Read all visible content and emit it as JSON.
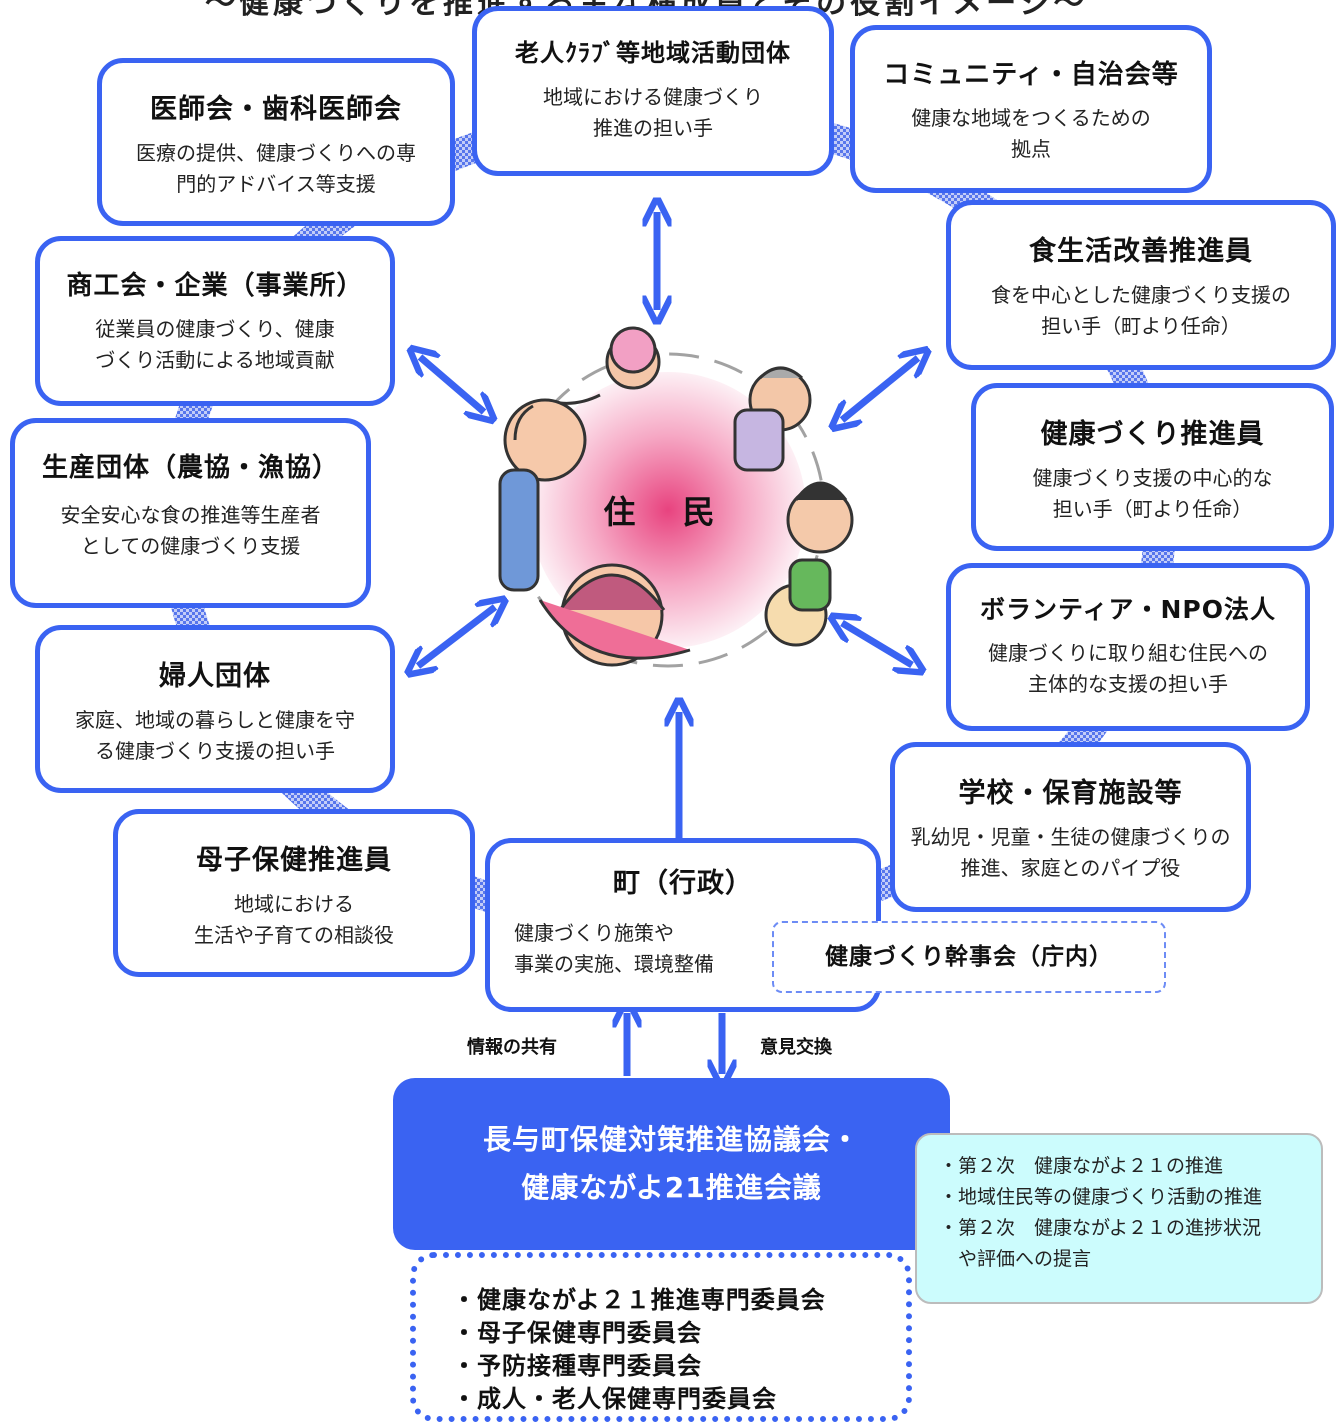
{
  "header": {
    "title": "〜健康づくりを推進する主な構成員とその役割イメージ〜"
  },
  "center": {
    "label": "住 民"
  },
  "orgs": {
    "ishikai": {
      "title": "医師会・歯科医師会",
      "desc": [
        "医療の提供、健康づくりへの専",
        "門的アドバイス等支援"
      ]
    },
    "roujin": {
      "title": "老人ｸﾗﾌﾞ等地域活動団体",
      "desc": [
        "地域における健康づくり",
        "推進の担い手"
      ]
    },
    "community": {
      "title": "コミュニティ・自治会等",
      "desc": [
        "健康な地域をつくるための",
        "拠点"
      ]
    },
    "shokokai": {
      "title": "商工会・企業（事業所）",
      "desc": [
        "従業員の健康づくり、健康",
        "づくり活動による地域貢献"
      ]
    },
    "shokuseikatsu": {
      "title": "食生活改善推進員",
      "desc": [
        "食を中心とした健康づくり支援の",
        "担い手（町より任命）"
      ]
    },
    "kenkou": {
      "title": "健康づくり推進員",
      "desc": [
        "健康づくり支援の中心的な",
        "担い手（町より任命）"
      ]
    },
    "seisan": {
      "title": "生産団体（農協・漁協）",
      "desc": [
        "安全安心な食の推進等生産者",
        "としての健康づくり支援"
      ]
    },
    "volunteer": {
      "title": "ボランティア・NPO法人",
      "desc": [
        "健康づくりに取り組む住民への",
        "主体的な支援の担い手"
      ]
    },
    "fujin": {
      "title": "婦人団体",
      "desc": [
        "家庭、地域の暮らしと健康を守",
        "る健康づくり支援の担い手"
      ]
    },
    "gakkou": {
      "title": "学校・保育施設等",
      "desc": [
        "乳幼児・児童・生徒の健康づくりの",
        "推進、家庭とのパイプ役"
      ]
    },
    "boshi": {
      "title": "母子保健推進員",
      "desc": [
        "地域における",
        "生活や子育ての相談役"
      ]
    },
    "machi": {
      "title": "町（行政）",
      "desc": [
        "健康づくり施策や",
        "事業の実施、環境整備"
      ]
    }
  },
  "kanjikai": {
    "label": "健康づくり幹事会（庁内）"
  },
  "flow": {
    "left_label": "情報の共有",
    "right_label": "意見交換"
  },
  "council": {
    "lines": [
      "長与町保健対策推進協議会・",
      "健康ながよ21推進会議"
    ]
  },
  "council_notes": [
    "・第２次　健康ながよ２１の推進",
    "・地域住民等の健康づくり活動の推進",
    "・第２次　健康ながよ２１の進捗状況",
    "　や評価への提言"
  ],
  "committees": [
    "・健康ながよ２１推進専門委員会",
    "・母子保健専門委員会",
    "・予防接種専門委員会",
    "・成人・老人保健専門委員会"
  ],
  "colors": {
    "accent": "#3a63f2",
    "note_bg": "#ccfcfd",
    "ring": "#6b86ec"
  }
}
